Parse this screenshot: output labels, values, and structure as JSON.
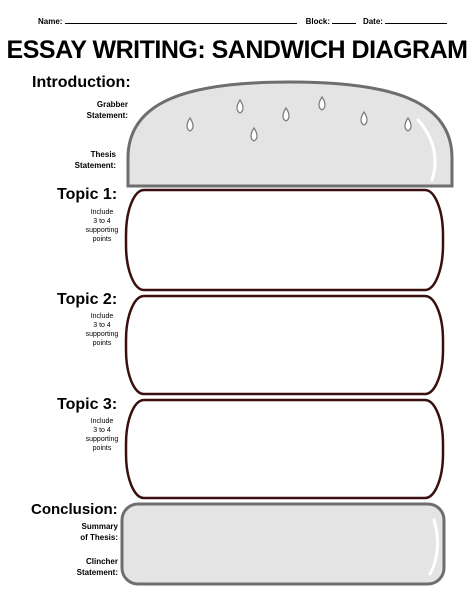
{
  "header": {
    "name_label": "Name:",
    "block_label": "Block:",
    "date_label": "Date:"
  },
  "title": "ESSAY WRITING:  SANDWICH DIAGRAM",
  "introduction": {
    "heading": "Introduction:",
    "grabber_line1": "Grabber",
    "grabber_line2": "Statement:",
    "thesis_line1": "Thesis",
    "thesis_line2": "Statement:"
  },
  "topics": [
    {
      "heading": "Topic 1:",
      "note_line1": "Include",
      "note_line2": "3 to 4",
      "note_line3": "supporting",
      "note_line4": "points"
    },
    {
      "heading": "Topic 2:",
      "note_line1": "Include",
      "note_line2": "3 to 4",
      "note_line3": "supporting",
      "note_line4": "points"
    },
    {
      "heading": "Topic 3:",
      "note_line1": "Include",
      "note_line2": "3 to 4",
      "note_line3": "supporting",
      "note_line4": "points"
    }
  ],
  "conclusion": {
    "heading": "Conclusion:",
    "summary_line1": "Summary",
    "summary_line2": "of Thesis:",
    "clincher_line1": "Clincher",
    "clincher_line2": "Statement:"
  },
  "colors": {
    "bun_fill": "#e4e4e4",
    "bun_stroke": "#6e6e6e",
    "filling_stroke": "#3a0f0f"
  }
}
